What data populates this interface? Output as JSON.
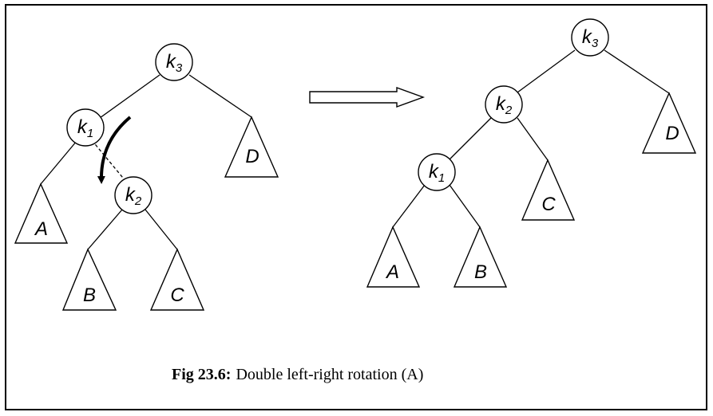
{
  "caption": {
    "label": "Fig 23.6:",
    "text": "Double left-right rotation (A)"
  },
  "before_tree": {
    "nodes": {
      "k3": {
        "base": "k",
        "sub": "3"
      },
      "k1": {
        "base": "k",
        "sub": "1"
      },
      "k2": {
        "base": "k",
        "sub": "2"
      }
    },
    "subtrees": {
      "A": "A",
      "B": "B",
      "C": "C",
      "D": "D"
    }
  },
  "after_tree": {
    "nodes": {
      "k3": {
        "base": "k",
        "sub": "3"
      },
      "k2": {
        "base": "k",
        "sub": "2"
      },
      "k1": {
        "base": "k",
        "sub": "1"
      }
    },
    "subtrees": {
      "A": "A",
      "B": "B",
      "C": "C",
      "D": "D"
    }
  }
}
